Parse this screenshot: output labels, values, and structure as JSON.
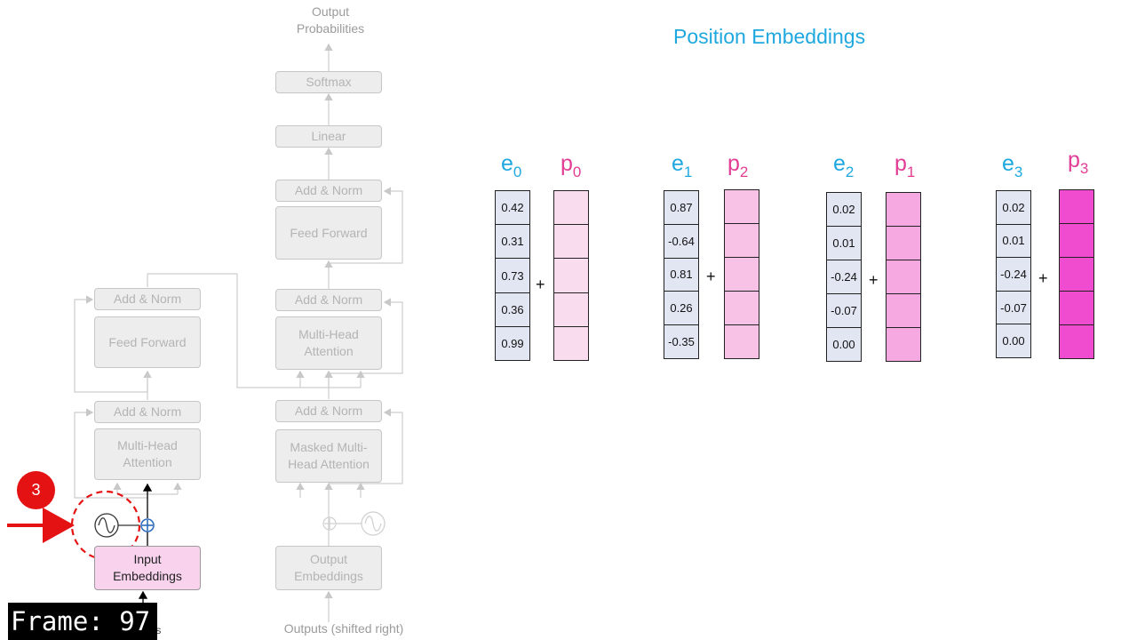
{
  "diagram": {
    "output_probabilities": "Output Probabilities",
    "softmax": "Softmax",
    "linear": "Linear",
    "decoder": {
      "add_norm_ff": "Add & Norm",
      "feed_forward": "Feed Forward",
      "add_norm_mha": "Add & Norm",
      "multi_head_attention": "Multi-Head Attention",
      "add_norm_masked": "Add & Norm",
      "masked_multi_head_attention": "Masked Multi-Head Attention",
      "output_embeddings": "Output Embeddings",
      "outputs_label": "Outputs (shifted right)"
    },
    "encoder": {
      "add_norm_ff": "Add & Norm",
      "feed_forward": "Feed Forward",
      "add_norm_mha": "Add & Norm",
      "multi_head_attention": "Multi-Head Attention",
      "input_embeddings": "Input Embeddings",
      "inputs_label": "Inputs"
    },
    "step_badge": "3",
    "frame_label": "Frame: 97"
  },
  "position_embeddings": {
    "title": "Position Embeddings",
    "pairs": [
      {
        "e_sub": "0",
        "p_sub": "0",
        "e_values": [
          "0.42",
          "0.31",
          "0.73",
          "0.36",
          "0.99"
        ],
        "p_color": "#f9ddef"
      },
      {
        "e_sub": "1",
        "p_sub": "2",
        "e_values": [
          "0.87",
          "-0.64",
          "0.81",
          "0.26",
          "-0.35"
        ],
        "p_color": "#f7c2e6"
      },
      {
        "e_sub": "2",
        "p_sub": "1",
        "e_values": [
          "0.02",
          "0.01",
          "-0.24",
          "-0.07",
          "0.00"
        ],
        "p_color": "#f6a8e1"
      },
      {
        "e_sub": "3",
        "p_sub": "3",
        "e_values": [
          "0.02",
          "0.01",
          "-0.24",
          "-0.07",
          "0.00"
        ],
        "p_color": "#f04cd0"
      }
    ],
    "e_symbol": "e",
    "p_symbol": "p",
    "plus": "+"
  },
  "colors": {
    "title": "#1fa8df",
    "e_label": "#1fa8df",
    "p_label": "#e23d94",
    "highlight_box": "#f9d3ee",
    "badge": "#e41212",
    "arrow": "#e41212"
  }
}
